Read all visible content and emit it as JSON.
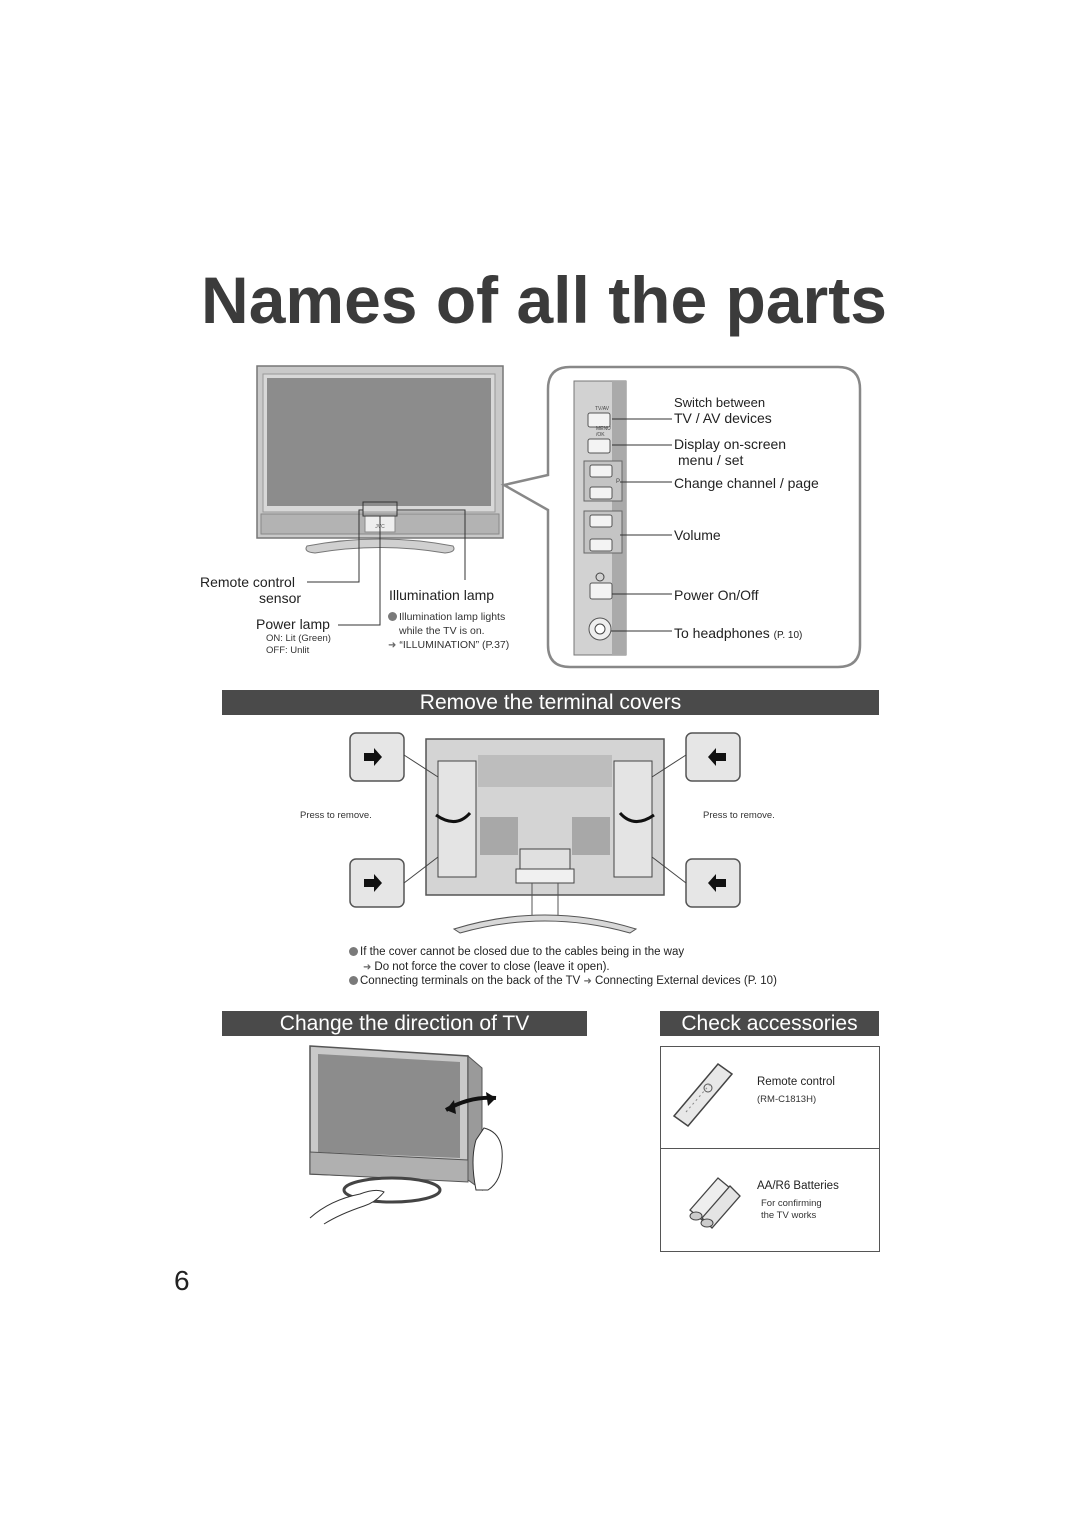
{
  "page_title": "Names of all the parts",
  "tv_front": {
    "remote_sensor_label_1": "Remote control",
    "remote_sensor_label_2": "sensor",
    "power_lamp_label": "Power lamp",
    "power_lamp_on": "ON: Lit (Green)",
    "power_lamp_off": "OFF: Unlit",
    "illumination_label": "Illumination lamp",
    "illumination_note_1": "Illumination lamp lights",
    "illumination_note_2": "while the TV is on.",
    "illumination_ref": "“ILLUMINATION” (P.37)"
  },
  "side_panel": {
    "btn_tvav": "TV/AV",
    "btn_menu": "MENU\n/OK",
    "btn_p": "P",
    "switch_label_1": "Switch between",
    "switch_label_2": "TV / AV devices",
    "display_label_1": "Display on-screen",
    "display_label_2": "menu / set",
    "channel_label": "Change channel / page",
    "volume_label": "Volume",
    "power_label": "Power On/Off",
    "headphones_label": "To headphones",
    "headphones_ref": "(P. 10)"
  },
  "sections": {
    "terminal_covers": "Remove the terminal covers",
    "change_direction": "Change the direction of TV",
    "check_accessories": "Check accessories"
  },
  "terminal": {
    "press_left": "Press to remove.",
    "press_right": "Press to remove.",
    "note_1": "If the cover cannot be closed due to the cables being in the way",
    "note_2": "Do not force the cover to close (leave it open).",
    "note_3a": "Connecting terminals on the back of the TV",
    "note_3b": "Connecting External devices (P. 10)"
  },
  "accessories": {
    "remote_label": "Remote control",
    "remote_model": "(RM-C1813H)",
    "batteries_label": "AA/R6 Batteries",
    "batteries_note_1": "For confirming",
    "batteries_note_2": "the TV works"
  },
  "page_number": "6"
}
